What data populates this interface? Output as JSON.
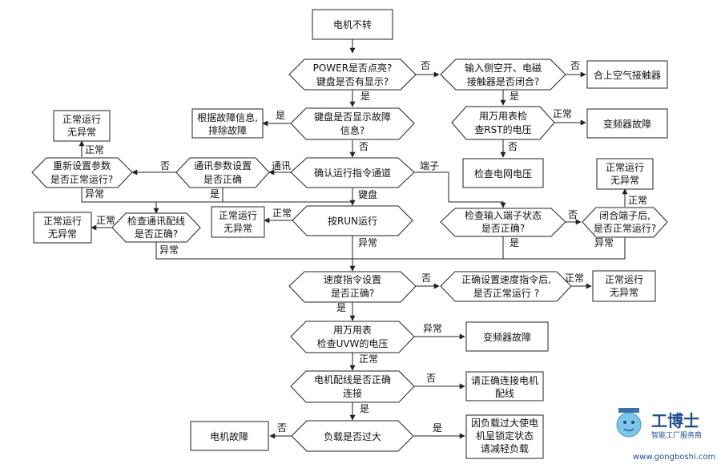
{
  "nodes": {
    "motor_not_running": [
      "电机不转"
    ],
    "power_lit": [
      "POWER是否点亮?",
      "键盘是否有显示?"
    ],
    "input_breaker": [
      "输入侧空开、电磁",
      "接触器是否闭合?"
    ],
    "close_contactor": [
      "合上空气接触器"
    ],
    "multimeter_rst": [
      "用万用表检",
      "查RST的电压"
    ],
    "vfd_fault_1": [
      "变频器故障"
    ],
    "check_grid": [
      "检查电网电压"
    ],
    "keypad_fault": [
      "键盘是否显示故障",
      "信息?"
    ],
    "clear_fault": [
      "根据故障信息,",
      "排除故障"
    ],
    "normal_1": [
      "正常运行",
      "无异常"
    ],
    "reset_params": [
      "重新设置参数",
      "是否正常运行?"
    ],
    "comm_params": [
      "通讯参数设置",
      "是否正确"
    ],
    "confirm_channel": [
      "确认运行指令通道"
    ],
    "normal_2": [
      "正常运行",
      "无异常"
    ],
    "comm_wiring": [
      "检查通讯配线",
      "是否正确?"
    ],
    "normal_3": [
      "正常运行",
      "无异常"
    ],
    "press_run": [
      "按RUN运行"
    ],
    "terminal_state": [
      "检查输入端子状态",
      "是否正确?"
    ],
    "close_terminal": [
      "闭合端子后,",
      "是否正常运行?"
    ],
    "normal_4": [
      "正常运行",
      "无异常"
    ],
    "speed_cmd": [
      "速度指令设置",
      "是否正确?"
    ],
    "correct_speed": [
      "正确设置速度指令后,",
      "是否正常运行 ?"
    ],
    "normal_5": [
      "正常运行",
      "无异常"
    ],
    "multimeter_uvw": [
      "用万用表",
      "检查UVW的电压"
    ],
    "vfd_fault_2": [
      "变频器故障"
    ],
    "motor_wiring": [
      "电机配线是否正确",
      "连接"
    ],
    "connect_motor": [
      "请正确连接电机",
      "配线"
    ],
    "overload": [
      "负载是否过大"
    ],
    "motor_fault": [
      "电机故障"
    ],
    "reduce_load": [
      "因负载过大使电",
      "机呈锁定状态",
      "请减轻负载"
    ]
  },
  "edge_labels": {
    "power_no": "否",
    "power_yes": "是",
    "breaker_no": "否",
    "breaker_yes": "是",
    "rst_normal": "正常",
    "rst_abnormal": "否",
    "keypad_yes": "是",
    "keypad_no": "否",
    "comm": "通讯",
    "terminal": "端子",
    "keypad": "键盘",
    "comm_params_no": "否",
    "comm_params_yes": "是",
    "reset_normal": "正常",
    "reset_abnormal": "异常",
    "wiring_normal": "正常",
    "wiring_abnormal": "异常",
    "run_normal": "正常",
    "run_abnormal": "异常",
    "terminal_no": "否",
    "terminal_yes": "是",
    "close_terminal_normal": "正常",
    "close_terminal_abnormal": "异常",
    "speed_no": "否",
    "speed_yes": "是",
    "correct_speed_normal": "正常",
    "uvw_abnormal": "异常",
    "uvw_normal": "正常",
    "motor_wiring_no": "否",
    "motor_wiring_yes": "是",
    "overload_no": "否",
    "overload_yes": "是"
  },
  "watermark": {
    "title": "工博士",
    "subtitle": "智能工厂服务商",
    "url": "www.gongboshi.com"
  },
  "colors": {
    "line": "#222222",
    "watermark": "#1f4d8f",
    "logo_face": "#7cc6e8"
  }
}
